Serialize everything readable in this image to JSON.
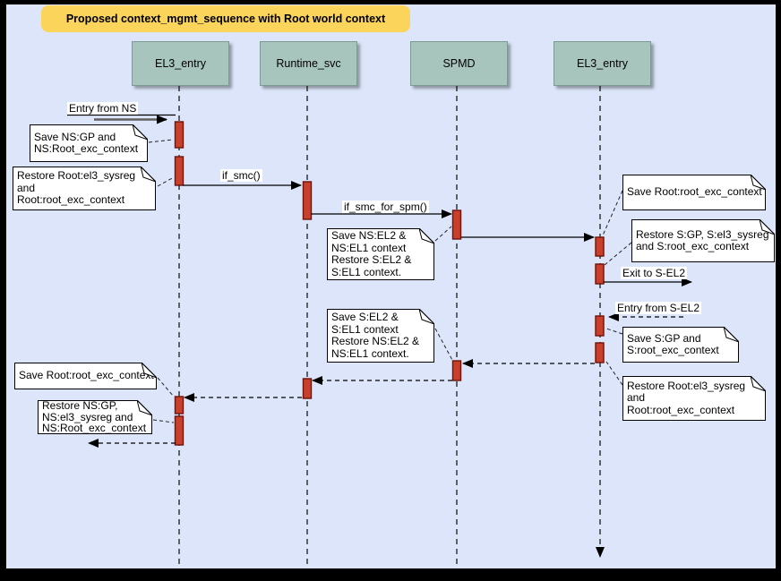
{
  "title": "Proposed context_mgmt_sequence with Root world context",
  "lifelines": [
    {
      "label": "EL3_entry"
    },
    {
      "label": "Runtime_svc"
    },
    {
      "label": "SPMD"
    },
    {
      "label": "EL3_entry"
    }
  ],
  "messages": {
    "entry_from_ns": "Entry from NS",
    "if_smc": "if_smc()",
    "if_smc_for_spm": "if_smc_for_spm()",
    "exit_to_sel2": "Exit to S-EL2",
    "entry_from_sel2": "Entry from S-EL2"
  },
  "notes": {
    "n1": "Save NS:GP and\nNS:Root_exc_context",
    "n2": "Restore Root:el3_sysreg\nand\nRoot:root_exc_context",
    "n3": "Save NS:EL2 &\nNS:EL1 context\nRestore S:EL2 &\nS:EL1 context.",
    "n4": "Save Root:root_exc_context",
    "n5": "Restore S:GP, S:el3_sysreg\nand S:root_exc_context",
    "n6": "Save S:GP and\nS:root_exc_context",
    "n7": "Restore Root:el3_sysreg\nand\nRoot:root_exc_context",
    "n8": "Save S:EL2 &\nS:EL1 context\nRestore NS:EL2 &\nNS:EL1 context.",
    "n9": "Save Root:root_exc_context",
    "n10": "Restore NS:GP,\nNS:el3_sysreg and\nNS:Root_exc_context"
  },
  "colors": {
    "canvas_bg": "#dce5fa",
    "title_bg": "#fbd45c",
    "header_bg": "#a7c4bd",
    "activation_fill": "#c8402c",
    "activation_stroke": "#6d140b"
  }
}
